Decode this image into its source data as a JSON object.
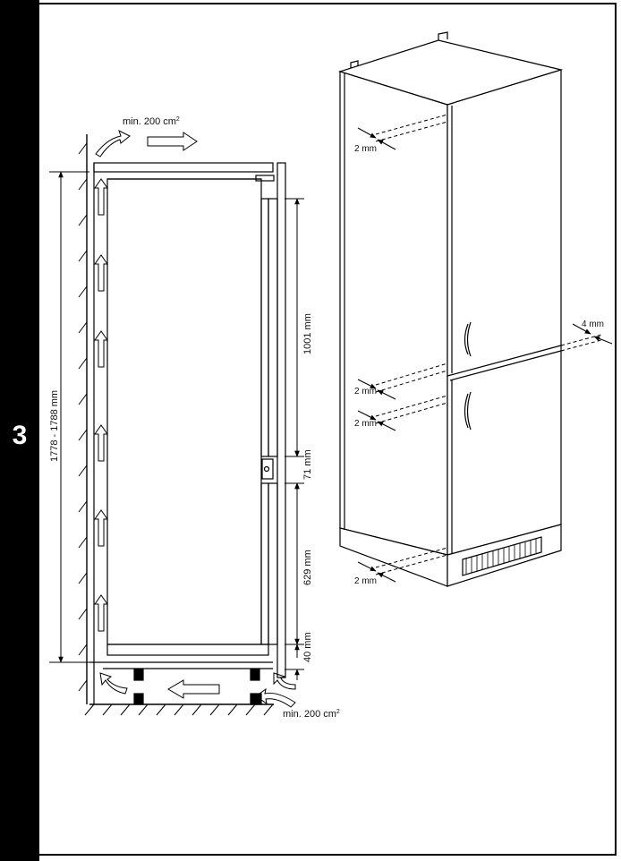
{
  "page": {
    "section_number": "3"
  },
  "side_view": {
    "vent_top_label": "min. 200 cm",
    "vent_bottom_label": "min. 200 cm",
    "vent_superscript": "2",
    "dim_total_height": "1778 - 1788 mm",
    "dim_upper_door": "1001 mm",
    "dim_gap": "71 mm",
    "dim_lower_door": "629 mm",
    "dim_bottom": "40 mm"
  },
  "perspective_view": {
    "gap_top_right": "2 mm",
    "gap_middle_right": "4 mm",
    "gap_mid_1": "2 mm",
    "gap_mid_2": "2 mm",
    "gap_bottom": "2 mm"
  }
}
